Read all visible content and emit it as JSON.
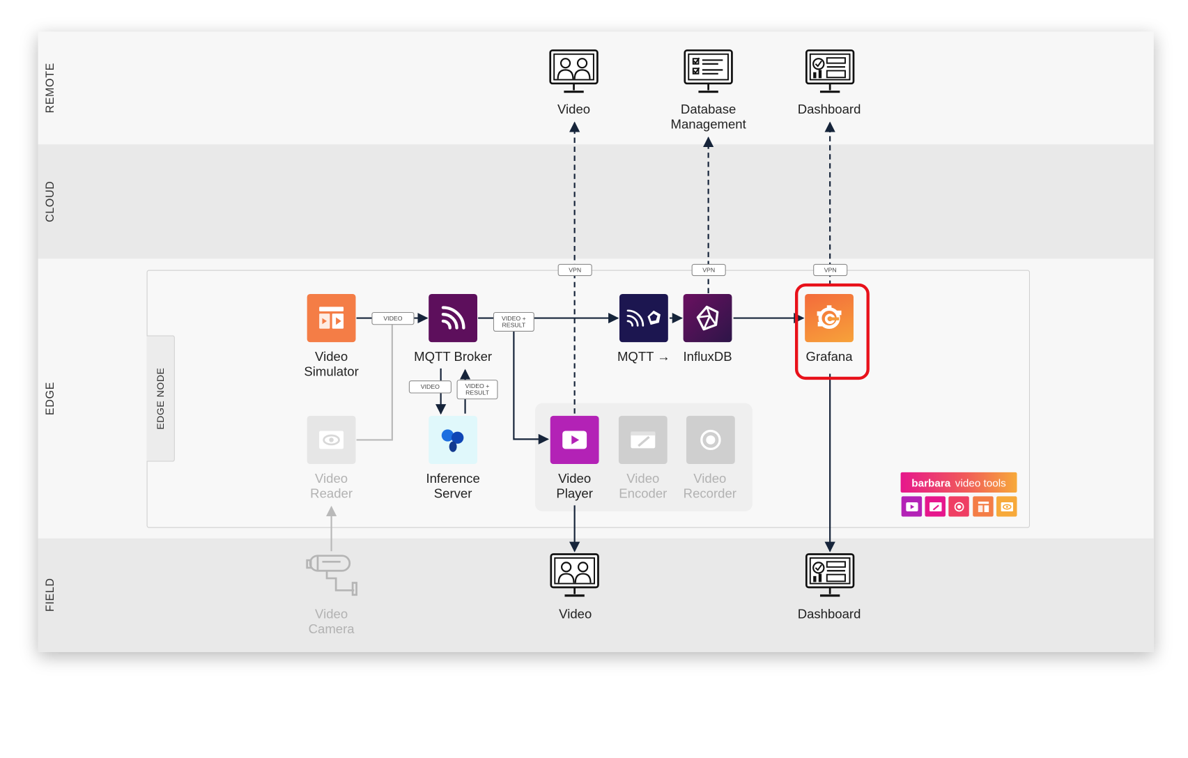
{
  "zones": {
    "remote": "REMOTE",
    "cloud": "CLOUD",
    "edge": "EDGE",
    "field": "FIELD"
  },
  "edge_node_label": "EDGE NODE",
  "nodes": {
    "video_simulator": "Video\nSimulator",
    "mqtt_broker": "MQTT Broker",
    "mqtt_to": "MQTT →",
    "influxdb": "InfluxDB",
    "grafana": "Grafana",
    "video_reader": "Video\nReader",
    "inference_server": "Inference\nServer",
    "video_player": "Video\nPlayer",
    "video_encoder": "Video\nEncoder",
    "video_recorder": "Video\nRecorder",
    "video_camera": "Video\nCamera"
  },
  "remote_endpoints": {
    "video": "Video",
    "database": "Database\nManagement",
    "dashboard": "Dashboard"
  },
  "field_endpoints": {
    "video": "Video",
    "dashboard": "Dashboard"
  },
  "tags": {
    "video": "VIDEO",
    "video_result": "VIDEO +\nRESULT",
    "vpn": "VPN"
  },
  "brand": {
    "name": "barbara",
    "product": "video tools"
  },
  "colors": {
    "orange": "#f47d46",
    "purple_dark": "#5d0f5c",
    "navy": "#1c1650",
    "influx": "#48124a",
    "grafana": "#f07e32",
    "player": "#b322b6",
    "highlight": "#e8111a",
    "wire": "#16243a"
  }
}
